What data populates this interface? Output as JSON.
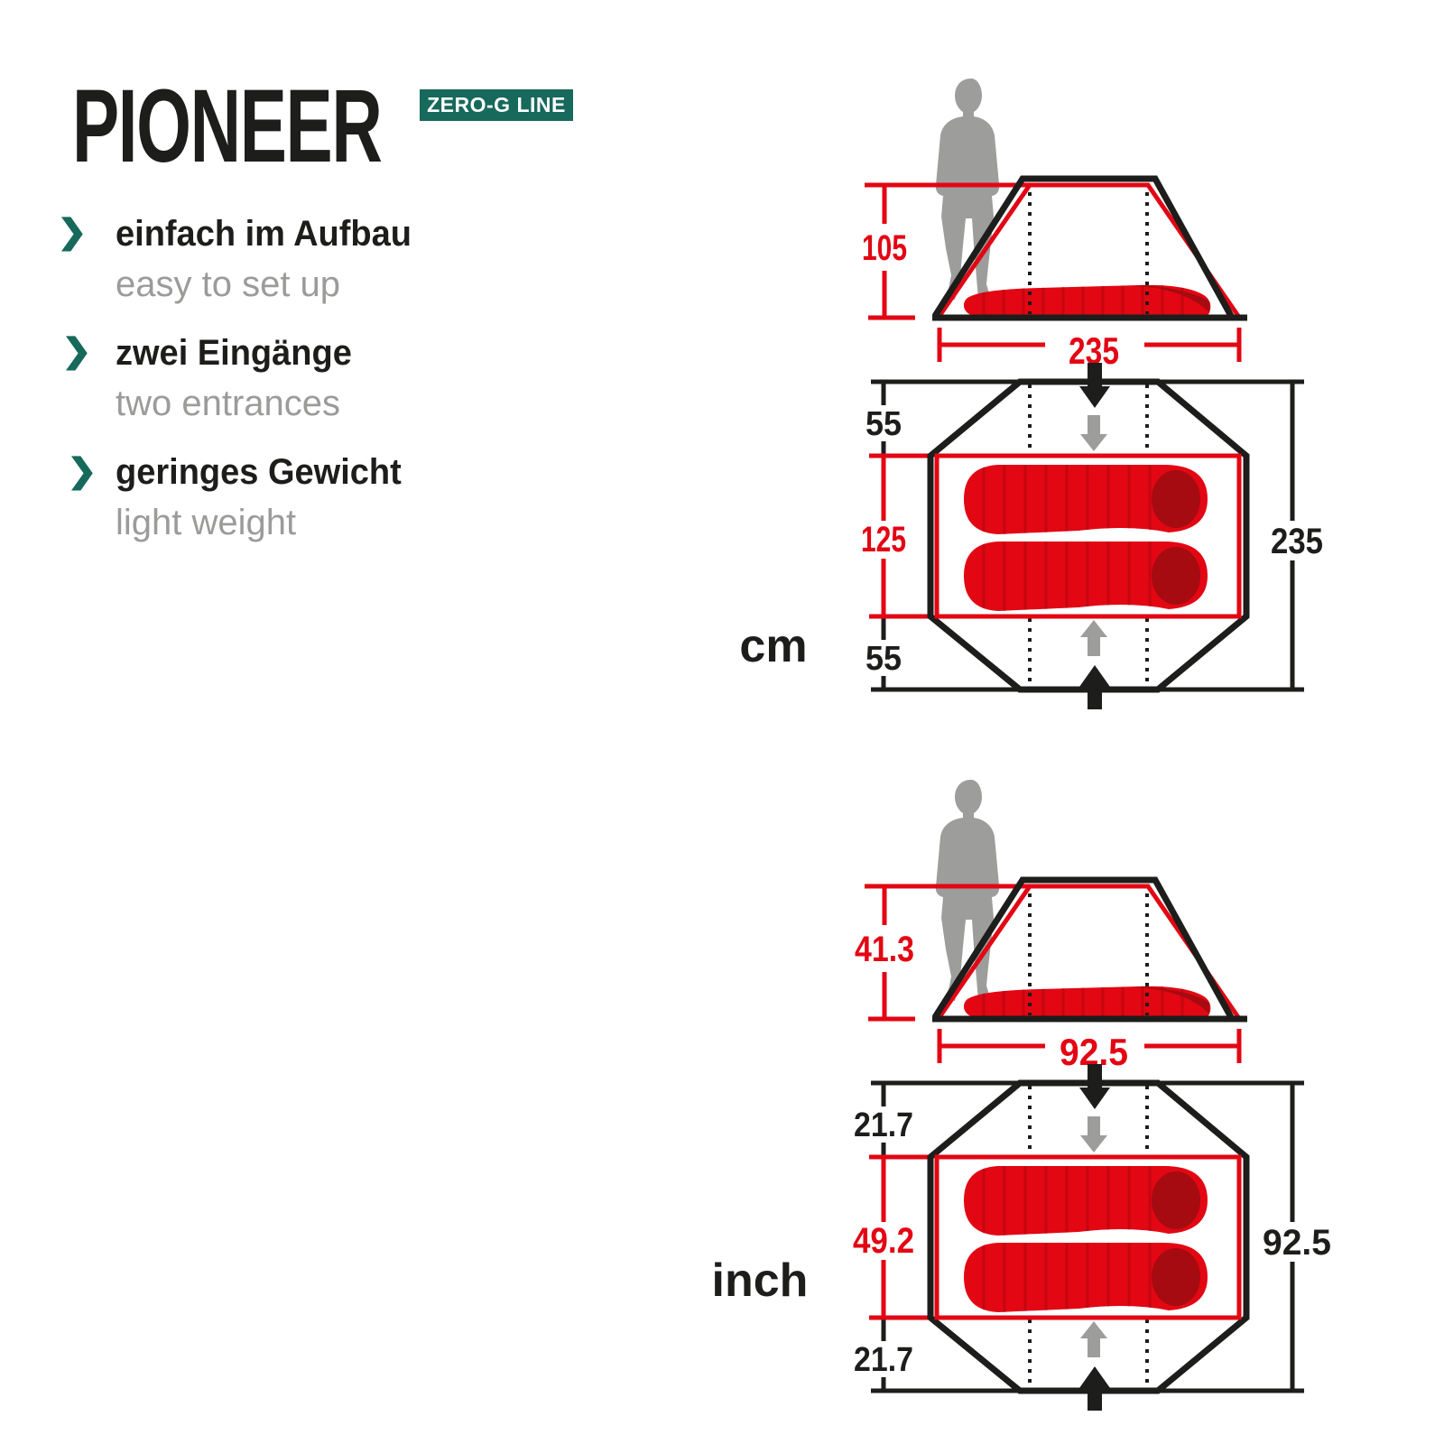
{
  "header": {
    "title": "PIONEER",
    "line_badge": "ZERO-G LINE"
  },
  "icons": {
    "bullet_glyph": "❯",
    "bullet_name": "chevron-right-icon"
  },
  "features": [
    {
      "de": "einfach im Aufbau",
      "en": "easy to set up"
    },
    {
      "de": "zwei Eingänge",
      "en": "two entrances"
    },
    {
      "de": "geringes Gewicht",
      "en": "light weight"
    }
  ],
  "units": [
    {
      "name": "cm",
      "side_height": "105",
      "side_width": "235",
      "vestibule_top": "55",
      "inner_length": "125",
      "vestibule_bottom": "55",
      "total_length": "235"
    },
    {
      "name": "inch",
      "side_height": "41.3",
      "side_width": "92.5",
      "vestibule_top": "21.7",
      "inner_length": "49.2",
      "vestibule_bottom": "21.7",
      "total_length": "92.5"
    }
  ],
  "colors": {
    "accent_red": "#e30613",
    "dark_red": "#a50b10",
    "stripe_red": "#c40711",
    "teal": "#17695b",
    "ink_black": "#1d1d1b",
    "silhouette_gray": "#9d9d9c",
    "text_gray": "#9b9b9a"
  }
}
